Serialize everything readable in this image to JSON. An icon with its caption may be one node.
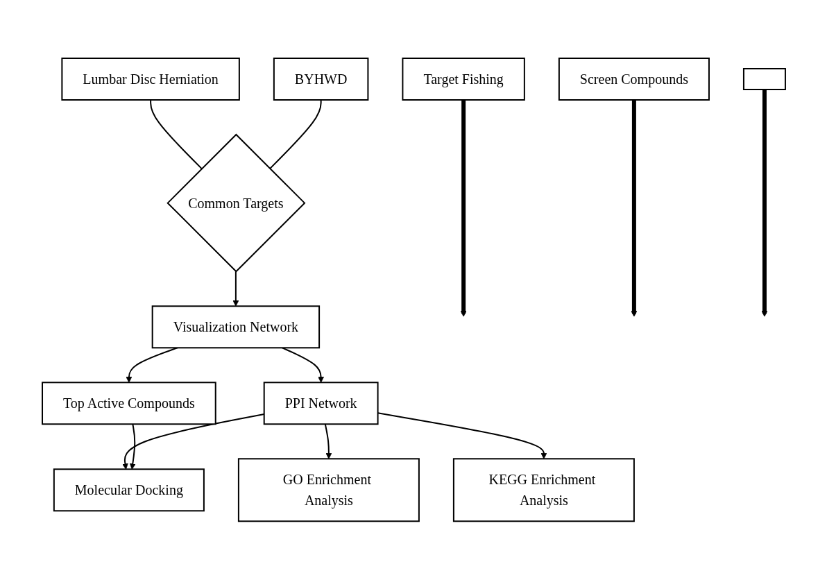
{
  "diagram": {
    "nodes": [
      {
        "text": [
          "Lumbar Disc Herniation"
        ]
      },
      {
        "text": [
          "BYHWD"
        ]
      },
      {
        "text": [
          "Target Fishing"
        ]
      },
      {
        "text": [
          "Screen Compounds"
        ]
      },
      {
        "text": [
          "Common Targets"
        ]
      },
      {
        "text": [
          "Visualization Network"
        ]
      },
      {
        "text": [],
        "shape": "box"
      },
      {
        "text": [
          "Top Active Compounds"
        ]
      },
      {
        "text": [
          "PPI Network"
        ]
      },
      {
        "text": [
          "GO Enrichment Analysis"
        ]
      },
      {
        "text": [
          "KEGG Enrichment Analysis"
        ]
      },
      {
        "text": [
          "Molecular Docking"
        ]
      }
    ],
    "edges": [
      {
        "from": 0,
        "to": 4,
        "arrow": "none"
      },
      {
        "from": 1,
        "to": 4,
        "arrow": "none"
      },
      {
        "from": 2,
        "to": null,
        "arrow": "to",
        "style": "thick"
      },
      {
        "from": 3,
        "to": null,
        "arrow": "to",
        "style": "thick"
      },
      {
        "from": 4,
        "to": 5,
        "arrow": "to"
      },
      {
        "from": 5,
        "to": 7,
        "arrow": "to"
      },
      {
        "from": 5,
        "to": 8,
        "arrow": "to"
      },
      {
        "from": 6,
        "to": null,
        "arrow": "to",
        "style": "thick"
      },
      {
        "from": 8,
        "to": 9,
        "arrow": "to"
      },
      {
        "from": 8,
        "to": 10,
        "arrow": "to"
      },
      {
        "from": 8,
        "to": 11,
        "arrow": "to"
      },
      {
        "from": 7,
        "to": 11,
        "arrow": "to"
      }
    ]
  }
}
